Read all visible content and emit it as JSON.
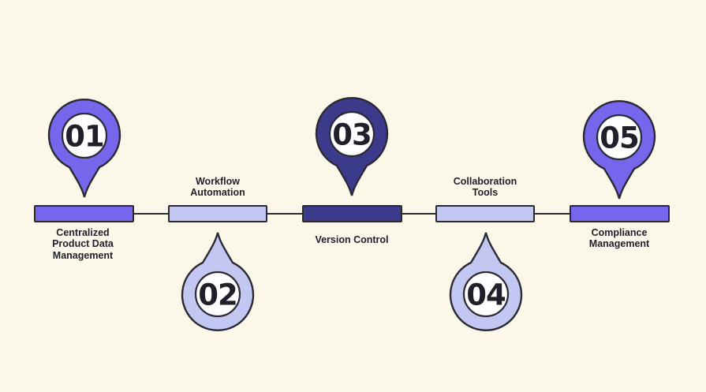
{
  "diagram": {
    "type": "timeline-infographic",
    "background_color": "#fbf8ea",
    "outline_color": "#2b2a33",
    "text_color": "#211f29",
    "marker_inner_color": "#ffffff",
    "colors": {
      "purple": "#7566ec",
      "lavender": "#c3c8f2",
      "navy": "#3b3a8b"
    },
    "steps": [
      {
        "number": "01",
        "label": "Centralized Product Data Management",
        "color": "#7566ec",
        "marker_position": "above",
        "label_position": "below"
      },
      {
        "number": "02",
        "label": "Workflow Automation",
        "color": "#c3c8f2",
        "marker_position": "below",
        "label_position": "above"
      },
      {
        "number": "03",
        "label": "Version Control",
        "color": "#3b3a8b",
        "marker_position": "above",
        "label_position": "below"
      },
      {
        "number": "04",
        "label": "Collaboration Tools",
        "color": "#c3c8f2",
        "marker_position": "below",
        "label_position": "above"
      },
      {
        "number": "05",
        "label": "Compliance Management",
        "color": "#7566ec",
        "marker_position": "above",
        "label_position": "below"
      }
    ]
  }
}
